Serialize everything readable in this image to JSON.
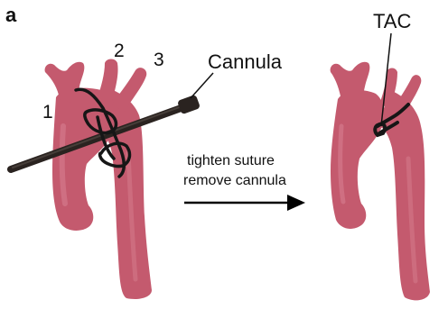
{
  "figure": {
    "panel_letter": "a",
    "branch_labels": [
      "1",
      "2",
      "3"
    ],
    "cannula_label": "Cannula",
    "tac_label": "TAC",
    "step_text": [
      "tighten suture",
      "remove cannula"
    ]
  },
  "colors": {
    "vessel_fill": "#c45a6e",
    "vessel_shade": "#a84458",
    "vessel_highlight": "#d98293",
    "suture": "#161616",
    "cannula": "#2a2320",
    "arrow": "#000000"
  }
}
